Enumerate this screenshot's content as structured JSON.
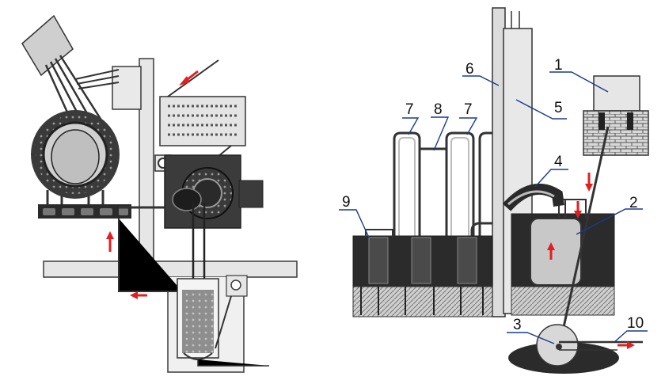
{
  "labels": {
    "l1": "1",
    "l2": "2",
    "l3": "3",
    "l4": "4",
    "l5": "5",
    "l6": "6",
    "l7a": "7",
    "l7b": "7",
    "l8": "8",
    "l9": "9",
    "l10": "10"
  },
  "colors": {
    "flow_arrow": "#e02020",
    "leader_line": "#1a3a8a",
    "ink_dark": "#2a2a2a",
    "ink_mid": "#8a8a8a",
    "paper_light": "#e4e4e4"
  }
}
